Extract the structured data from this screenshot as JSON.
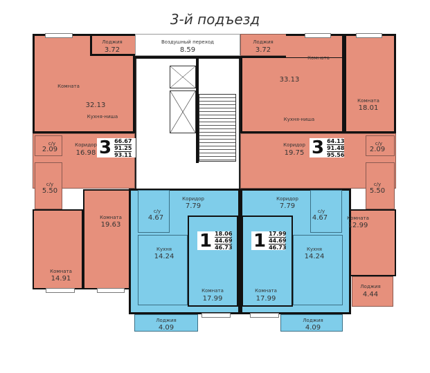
{
  "title": "3-й подъезд",
  "common": {
    "air_passage": {
      "name": "Воздушный переход",
      "area": "8.59"
    }
  },
  "apartments": [
    {
      "rooms_count": "3",
      "areas": [
        "66.67",
        "91.25",
        "93.11"
      ],
      "color": "#e6907c",
      "rooms": {
        "loggia": {
          "name": "Лоджия",
          "area": "3.72"
        },
        "living": {
          "name": "Комната",
          "area": "32.13",
          "kitchen": "Кухня-ниша"
        },
        "corridor": {
          "name": "Коридор",
          "area": "16.98"
        },
        "wc1": {
          "name": "с/у",
          "area": "2.09"
        },
        "wc2": {
          "name": "с/у",
          "area": "5.50"
        },
        "room2": {
          "name": "Комната",
          "area": "19.63"
        },
        "room3": {
          "name": "Комната",
          "area": "14.91"
        }
      }
    },
    {
      "rooms_count": "3",
      "areas": [
        "64.13",
        "91.48",
        "95.56"
      ],
      "color": "#e6907c",
      "rooms": {
        "loggia": {
          "name": "Лоджия",
          "area": "3.72"
        },
        "living": {
          "name": "Комната",
          "area": "33.13",
          "kitchen": "Кухня-ниша"
        },
        "bedroom": {
          "name": "Комната",
          "area": "18.01"
        },
        "corridor": {
          "name": "Коридор",
          "area": "19.75"
        },
        "wc1": {
          "name": "с/у",
          "area": "2.09"
        },
        "wc2": {
          "name": "с/у",
          "area": "5.50"
        },
        "room3": {
          "name": "Комната",
          "area": "12.99"
        },
        "loggia2": {
          "name": "Лоджия",
          "area": "4.44"
        }
      }
    },
    {
      "rooms_count": "1",
      "areas": [
        "18.06",
        "44.69",
        "46.73"
      ],
      "color": "#7fcdea",
      "rooms": {
        "corridor": {
          "name": "Коридор",
          "area": "7.79"
        },
        "wc": {
          "name": "с/у",
          "area": "4.67"
        },
        "kitchen": {
          "name": "Кухня",
          "area": "14.24"
        },
        "room": {
          "name": "Комната",
          "area": "17.99"
        },
        "loggia": {
          "name": "Лоджия",
          "area": "4.09"
        }
      }
    },
    {
      "rooms_count": "1",
      "areas": [
        "17.99",
        "44.69",
        "46.73"
      ],
      "color": "#7fcdea",
      "rooms": {
        "corridor": {
          "name": "Коридор",
          "area": "7.79"
        },
        "wc": {
          "name": "с/у",
          "area": "4.67"
        },
        "kitchen": {
          "name": "Кухня",
          "area": "14.24"
        },
        "room": {
          "name": "Комната",
          "area": "17.99"
        },
        "loggia": {
          "name": "Лоджия",
          "area": "4.09"
        }
      }
    }
  ]
}
